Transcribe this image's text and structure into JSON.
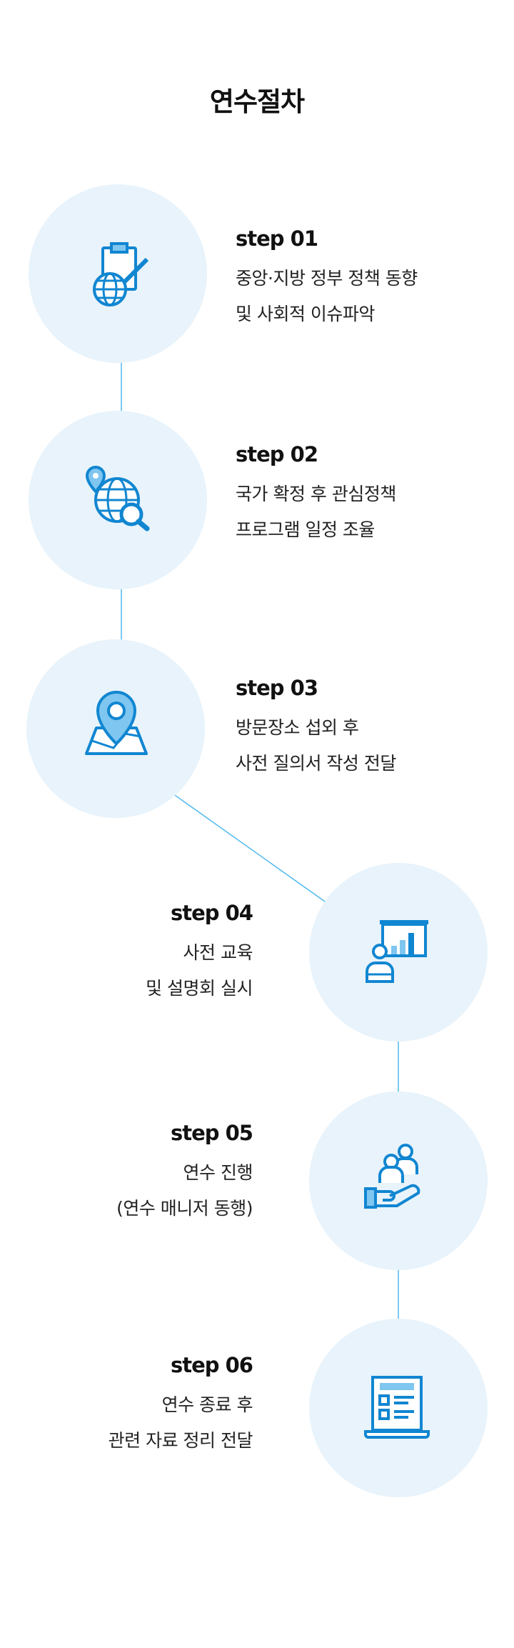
{
  "page": {
    "title": "연수절차"
  },
  "colors": {
    "accent": "#1186d1",
    "accent_light": "#7fc6f0",
    "circle_bg": "#e8f3fb",
    "line": "#4fb8ee"
  },
  "steps": [
    {
      "label": "step 01",
      "line1": "중앙·지방 정부 정책 동향",
      "line2": "및 사회적 이슈파악",
      "icon": "clipboard-globe-icon"
    },
    {
      "label": "step 02",
      "line1": "국가 확정 후 관심정책",
      "line2": "프로그램 일정 조율",
      "icon": "globe-search-icon"
    },
    {
      "label": "step 03",
      "line1": "방문장소 섭외 후",
      "line2": "사전 질의서 작성 전달",
      "icon": "map-pin-icon"
    },
    {
      "label": "step 04",
      "line1": "사전 교육",
      "line2": "및 설명회 실시",
      "icon": "presentation-icon"
    },
    {
      "label": "step 05",
      "line1": "연수 진행",
      "line2": "(연수 매니저 동행)",
      "icon": "people-hand-icon"
    },
    {
      "label": "step 06",
      "line1": "연수 종료 후",
      "line2": "관련 자료 정리 전달",
      "icon": "report-icon"
    }
  ]
}
